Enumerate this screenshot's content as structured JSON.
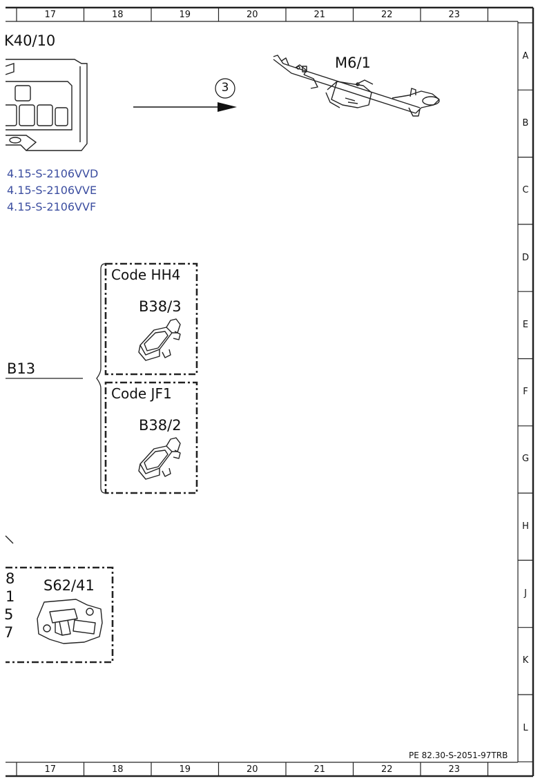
{
  "frame": {
    "columns": [
      "17",
      "18",
      "19",
      "20",
      "21",
      "22",
      "23"
    ],
    "rows": [
      "A",
      "B",
      "C",
      "D",
      "E",
      "F",
      "G",
      "H",
      "J",
      "K",
      "L"
    ]
  },
  "components": {
    "k40_label": "K40/10",
    "m6_label": "M6/1",
    "arrow_ref": "3",
    "refs": [
      "4.15-S-2106VVD",
      "4.15-S-2106VVE",
      "4.15-S-2106VVF"
    ],
    "b13_label": "B13",
    "group1": {
      "code": "Code HH4",
      "sensor": "B38/3"
    },
    "group2": {
      "code": "Code JF1",
      "sensor": "B38/2"
    },
    "s62_label": "S62/41",
    "cut_numbers": [
      "8",
      "1",
      "5",
      "7"
    ]
  },
  "footer": {
    "doc_id": "PE 82.30-S-2051-97TRB"
  }
}
